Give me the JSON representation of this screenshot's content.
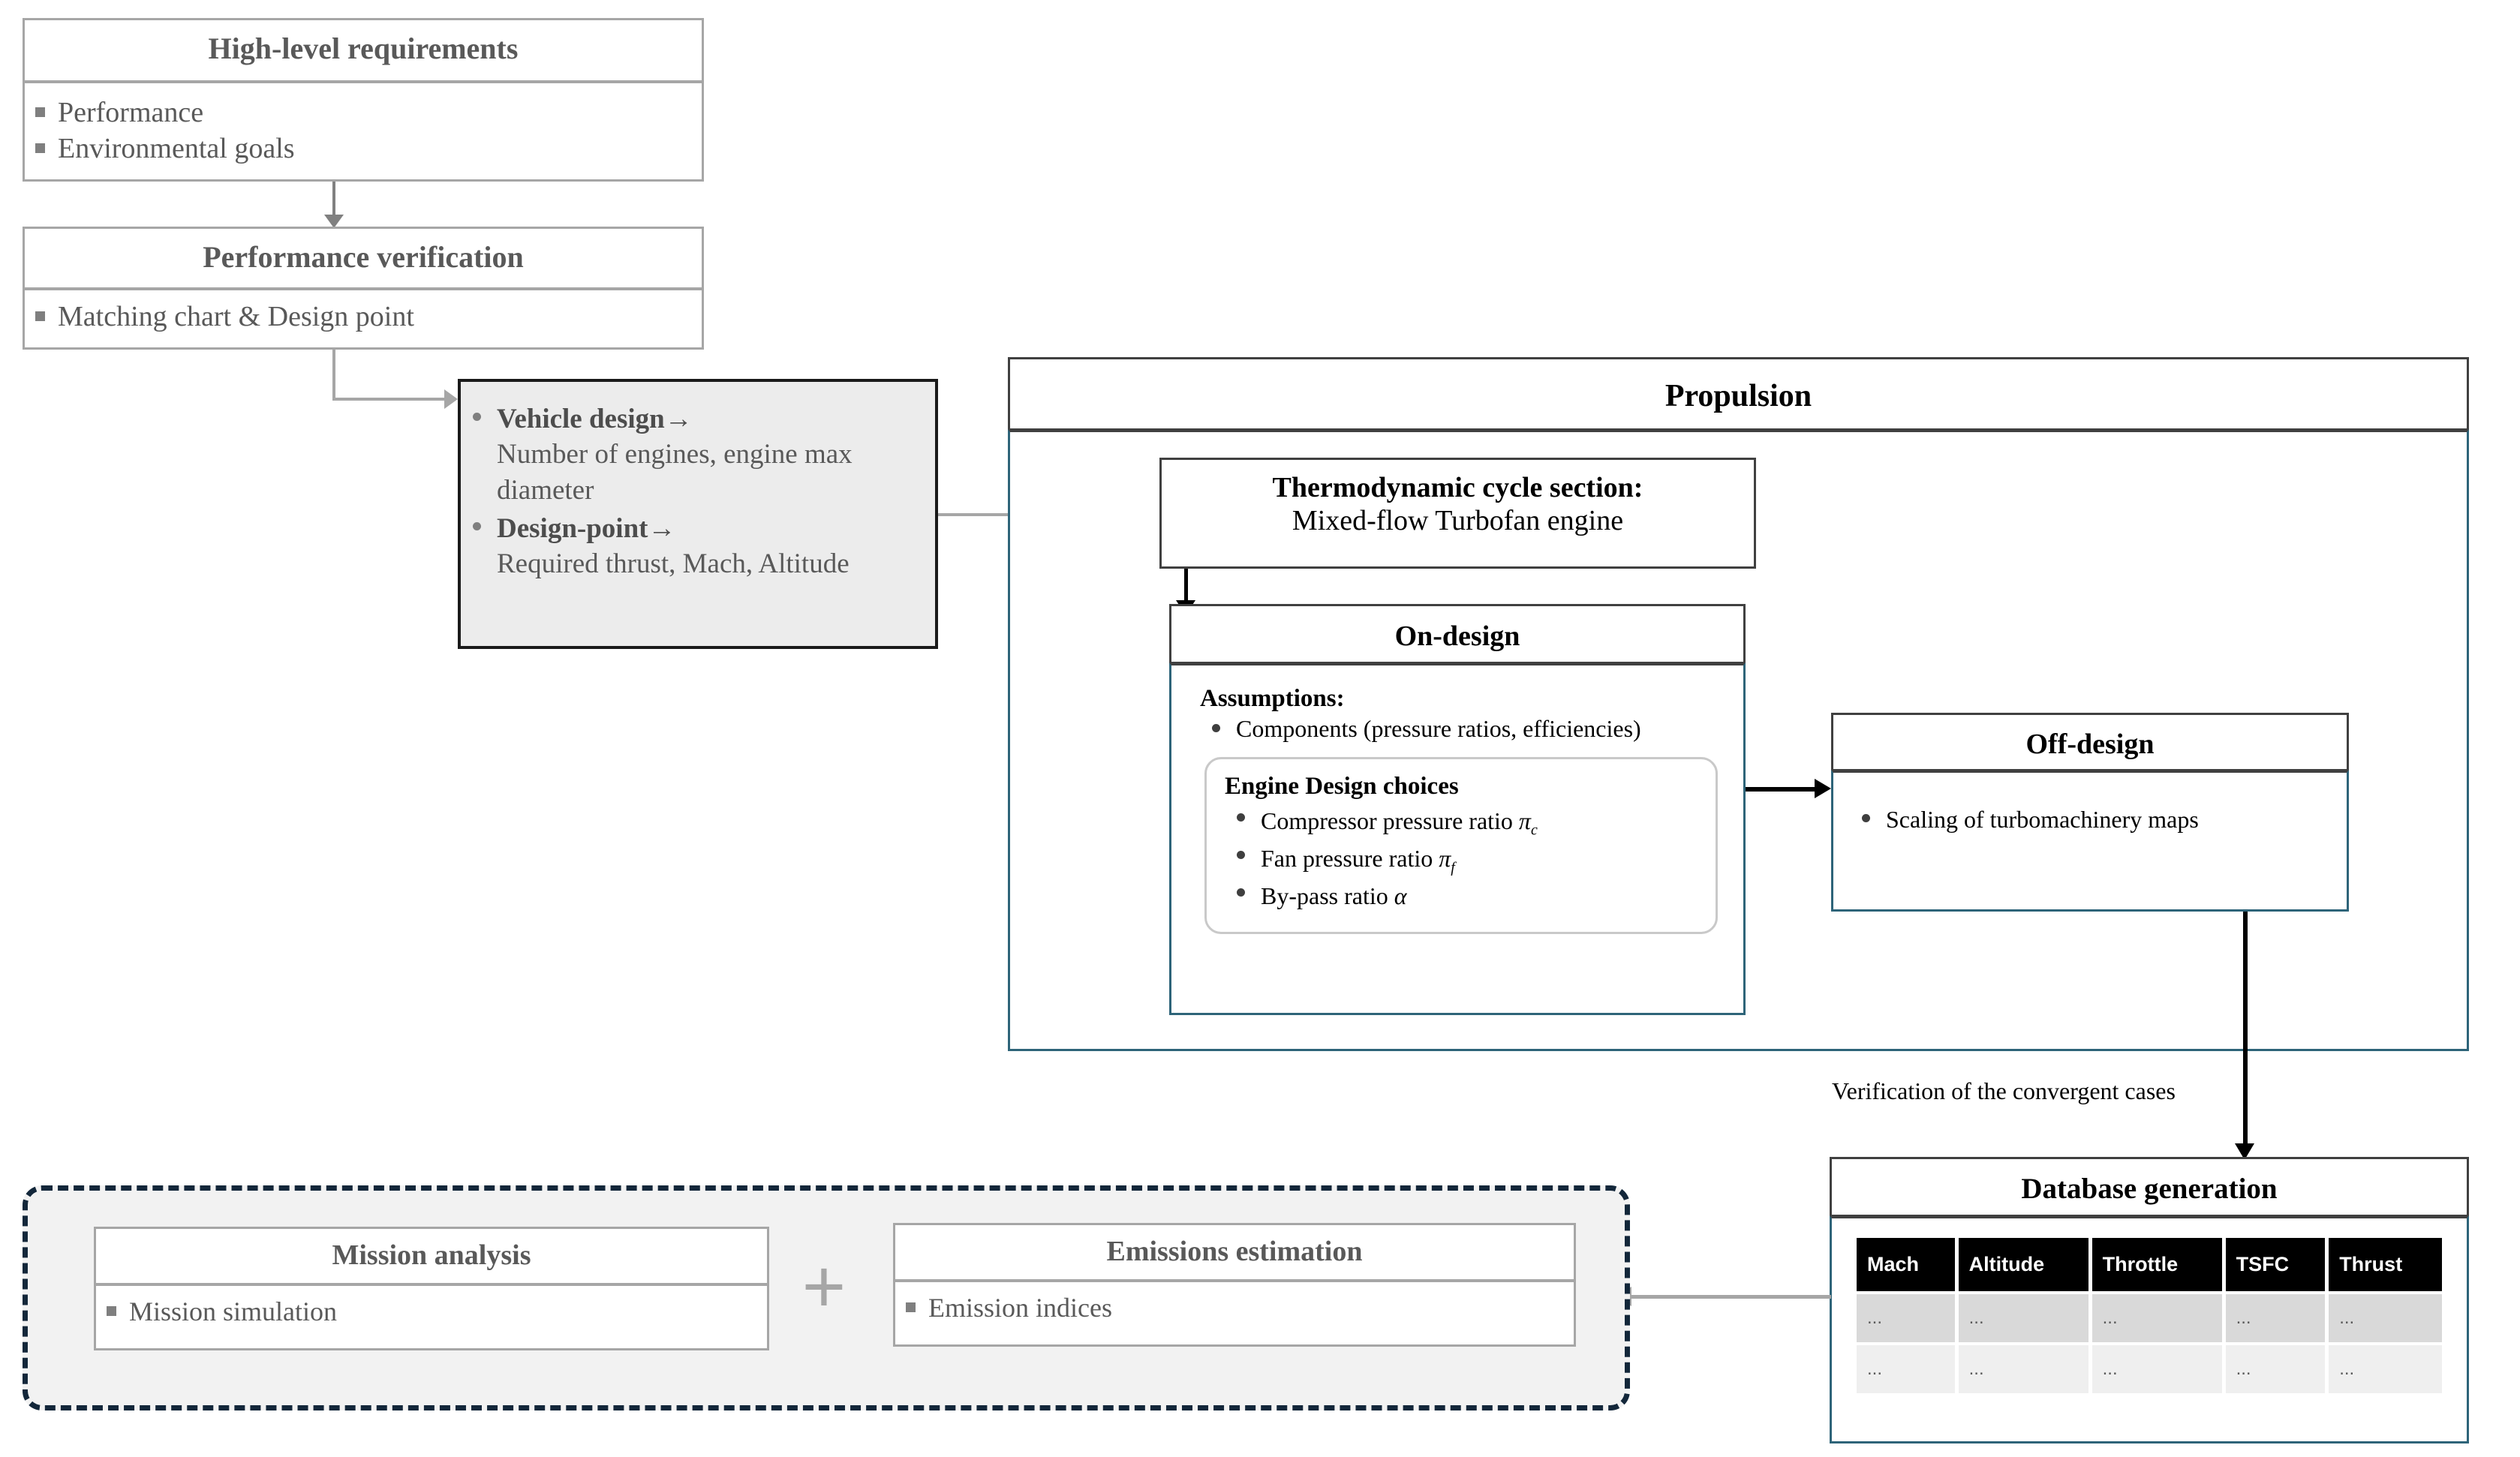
{
  "diagram": {
    "title": "Aircraft engine design and database generation workflow",
    "colors": {
      "gray_border": "#a6a6a6",
      "dark_border": "#404040",
      "teal_border": "#2e6479",
      "dashed_border": "#13273a",
      "panel_fill": "#f2f2f2",
      "header_black": "#000000",
      "text_gray": "#595959"
    }
  },
  "high_level_requirements": {
    "title": "High-level requirements",
    "items": [
      "Performance",
      "Environmental goals"
    ]
  },
  "performance_verification": {
    "title": "Performance verification",
    "items": [
      "Matching chart & Design point"
    ]
  },
  "design_inputs": {
    "items": [
      {
        "label": "Vehicle design",
        "arrow": "→",
        "detail": "Number of engines, engine max diameter"
      },
      {
        "label": "Design-point",
        "arrow": "→",
        "detail": "Required thrust, Mach, Altitude"
      }
    ]
  },
  "propulsion": {
    "title": "Propulsion",
    "thermodynamic": {
      "title": "Thermodynamic cycle section:",
      "subtitle": "Mixed-flow Turbofan engine"
    },
    "on_design": {
      "title": "On-design",
      "assumptions_label": "Assumptions:",
      "assumptions": [
        "Components (pressure ratios, efficiencies)"
      ],
      "engine_choices": {
        "title": "Engine Design choices",
        "items": [
          "Compressor pressure ratio πc",
          "Fan pressure ratio πf",
          "By-pass ratio α"
        ],
        "items_parts": [
          {
            "text": "Compressor pressure ratio ",
            "sym": "π",
            "sub": "c"
          },
          {
            "text": "Fan pressure ratio ",
            "sym": "π",
            "sub": "f"
          },
          {
            "text": "By-pass ratio ",
            "sym": "α",
            "sub": ""
          }
        ]
      }
    },
    "off_design": {
      "title": "Off-design",
      "items": [
        "Scaling of turbomachinery maps"
      ]
    }
  },
  "connector_label": "Verification of the convergent cases",
  "database": {
    "title": "Database generation",
    "columns": [
      "Mach",
      "Altitude",
      "Throttle",
      "TSFC",
      "Thrust"
    ],
    "rows": [
      [
        "...",
        "...",
        "...",
        "...",
        "..."
      ],
      [
        "...",
        "...",
        "...",
        "...",
        "..."
      ]
    ]
  },
  "analysis_group": {
    "plus_symbol": "+",
    "mission_analysis": {
      "title": "Mission analysis",
      "items": [
        "Mission simulation"
      ]
    },
    "emissions_estimation": {
      "title": "Emissions estimation",
      "items": [
        "Emission indices"
      ]
    }
  }
}
